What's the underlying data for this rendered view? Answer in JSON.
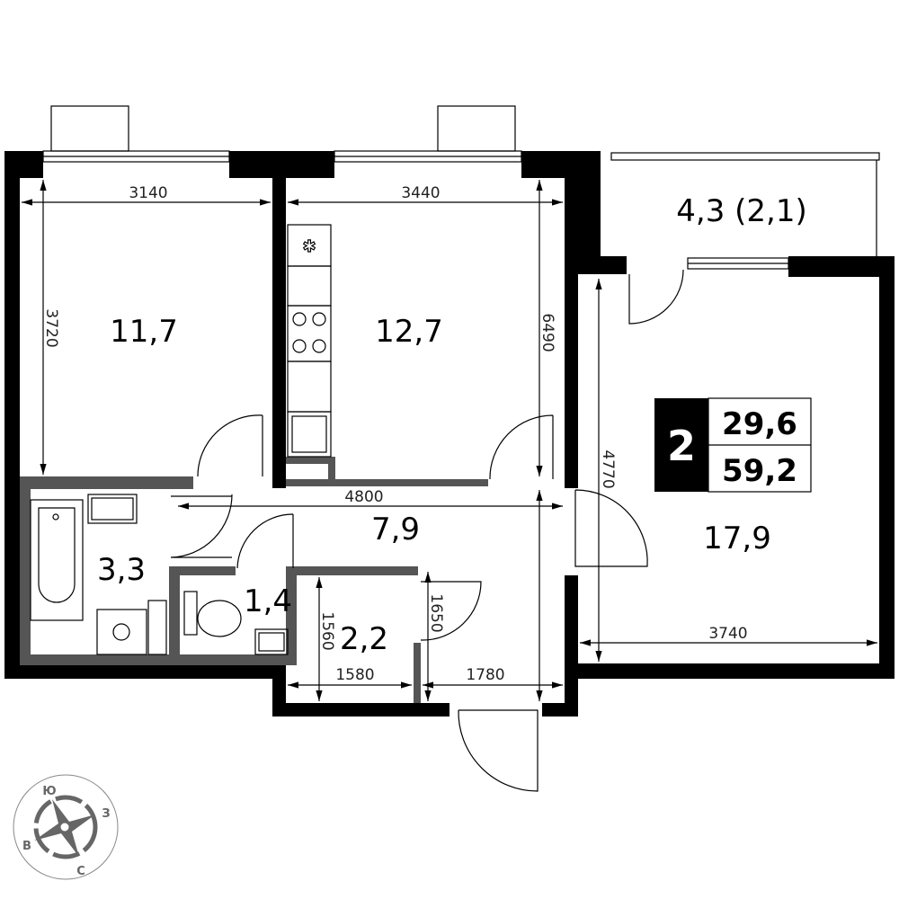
{
  "rooms": {
    "bedroom": "11,7",
    "kitchen": "12,7",
    "balcony": "4,3 (2,1)",
    "living_room": "17,9",
    "hallway": "7,9",
    "bathroom": "3,3",
    "toilet": "1,4",
    "storage": "2,2"
  },
  "dimensions": {
    "bedroom_width": "3140",
    "kitchen_width": "3440",
    "bedroom_depth": "3720",
    "kitchen_depth": "6490",
    "hallway_length": "4800",
    "living_depth": "4770",
    "living_width": "3740",
    "storage_width": "1580",
    "entrance_width": "1780",
    "storage_depth": "1560",
    "storage_door": "1650"
  },
  "badge": {
    "rooms_count": "2",
    "living_area": "29,6",
    "total_area": "59,2"
  },
  "compass": {
    "south": "Ю",
    "west": "З",
    "east": "В",
    "north": "С"
  },
  "colors": {
    "wall": "#000000",
    "partition": "#555555",
    "compass": "#666666"
  }
}
